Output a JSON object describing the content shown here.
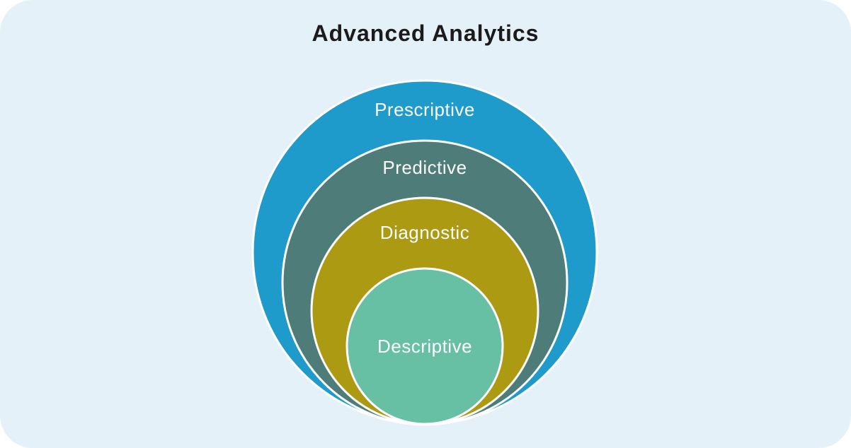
{
  "page": {
    "title": "Advanced Analytics"
  },
  "theme": {
    "canvas_background": "#FFFFFF",
    "card_background": "#E5F1F8",
    "title_color": "#1B1B1B",
    "circle_stroke_color": "#FFFFFF",
    "label_color": "#FDFEFE"
  },
  "diagram": {
    "type": "nested-circles",
    "description": "Onion diagram of analytics maturity, outermost to innermost",
    "levels": [
      {
        "label": "Prescriptive",
        "color": "#1E9BCB"
      },
      {
        "label": "Predictive",
        "color": "#4E7C78"
      },
      {
        "label": "Diagnostic",
        "color": "#AC9A12"
      },
      {
        "label": "Descriptive",
        "color": "#68C0A4"
      }
    ]
  }
}
